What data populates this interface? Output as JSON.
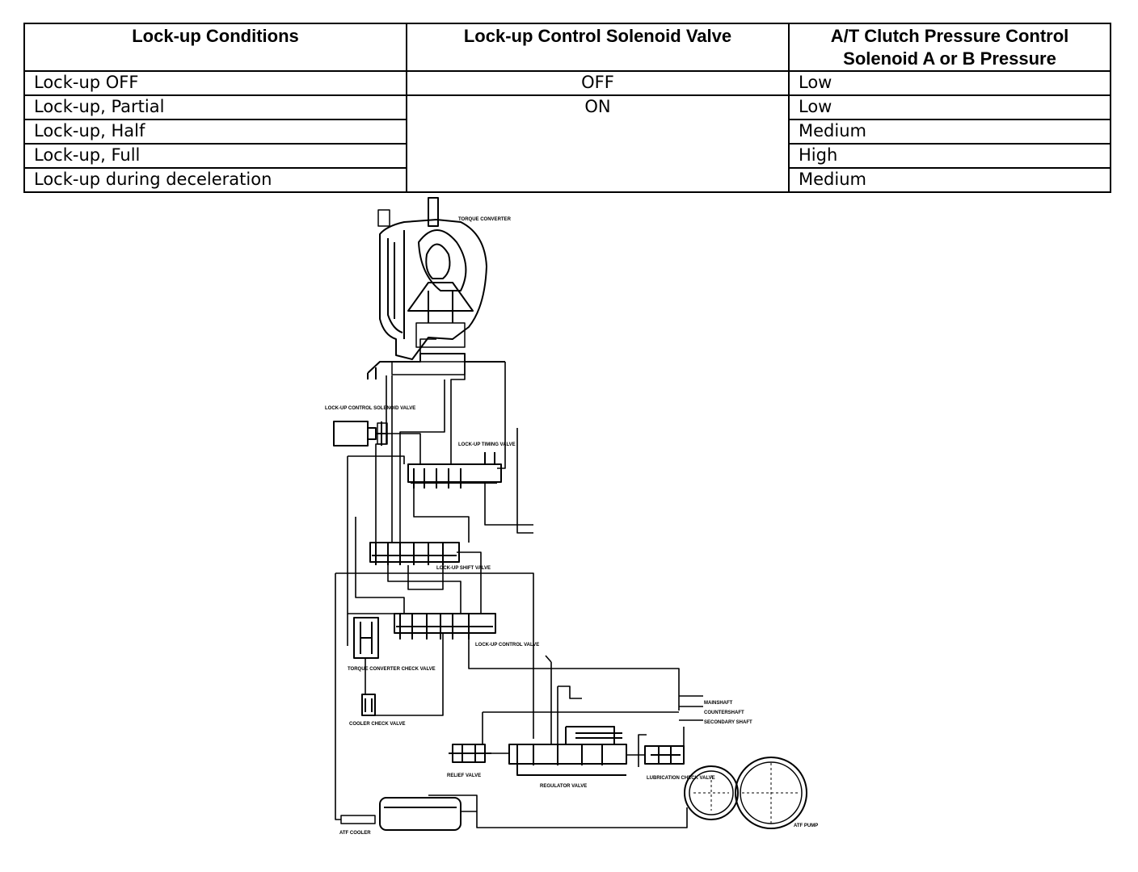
{
  "table": {
    "headers": {
      "conditions": "Lock-up Conditions",
      "solenoid": "Lock-up Control Solenoid Valve",
      "pressure": "A/T Clutch Pressure Control Solenoid A or B Pressure"
    },
    "rows": [
      {
        "condition": "Lock-up OFF",
        "pressure": "Low"
      },
      {
        "condition": "Lock-up, Partial",
        "pressure": "Low"
      },
      {
        "condition": "Lock-up, Half",
        "pressure": "Medium"
      },
      {
        "condition": "Lock-up, Full",
        "pressure": "High"
      },
      {
        "condition": "Lock-up during deceleration",
        "pressure": "Medium"
      }
    ],
    "solenoid_states": [
      "OFF",
      "ON"
    ]
  },
  "diagram": {
    "labels": {
      "torque_converter": "TORQUE CONVERTER",
      "lockup_control_solenoid_valve": "LOCK-UP CONTROL SOLENOID VALVE",
      "lockup_timing_valve": "LOCK-UP TIMING VALVE",
      "lockup_shift_valve": "LOCK-UP SHIFT VALVE",
      "lockup_control_valve": "LOCK-UP CONTROL VALVE",
      "torque_converter_check_valve": "TORQUE CONVERTER CHECK VALVE",
      "cooler_check_valve": "COOLER CHECK VALVE",
      "relief_valve": "RELIEF VALVE",
      "regulator_valve": "REGULATOR VALVE",
      "lubrication_check_valve": "LUBRICATION CHECK VALVE",
      "atf_cooler": "ATF COOLER",
      "atf_pump": "ATF PUMP",
      "mainshaft": "MAINSHAFT",
      "countershaft": "COUNTERSHAFT",
      "secondary_shaft": "SECONDARY SHAFT"
    }
  }
}
